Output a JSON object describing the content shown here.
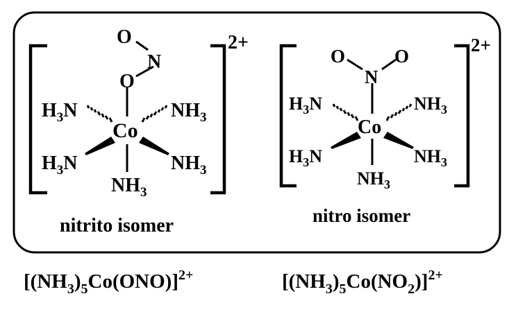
{
  "left_complex": {
    "ligand_o_terminal": "O",
    "ligand_n": "N",
    "ligand_o_bound": "O",
    "metal": "Co",
    "ligand_upper_left": {
      "main": "H",
      "sub": "3",
      "tail": "N"
    },
    "ligand_upper_right": {
      "main": "NH",
      "sub": "3"
    },
    "ligand_lower_left": {
      "main": "H",
      "sub": "3",
      "tail": "N"
    },
    "ligand_lower_right": {
      "main": "NH",
      "sub": "3"
    },
    "ligand_bottom": {
      "main": "NH",
      "sub": "3"
    },
    "charge": "2+",
    "caption": "nitrito isomer"
  },
  "right_complex": {
    "ligand_o_left": "O",
    "ligand_o_right": "O",
    "ligand_n": "N",
    "metal": "Co",
    "ligand_upper_left": {
      "main": "H",
      "sub": "3",
      "tail": "N"
    },
    "ligand_upper_right": {
      "main": "NH",
      "sub": "3"
    },
    "ligand_lower_left": {
      "main": "H",
      "sub": "3",
      "tail": "N"
    },
    "ligand_lower_right": {
      "main": "NH",
      "sub": "3"
    },
    "ligand_bottom": {
      "main": "NH",
      "sub": "3"
    },
    "charge": "2+",
    "caption": "nitro isomer"
  },
  "formula_left": {
    "p1": "[(NH",
    "s1": "3",
    "p2": ")",
    "s2": "5",
    "p3": "Co(ONO)]",
    "charge": "2+"
  },
  "formula_right": {
    "p1": "[(NH",
    "s1": "3",
    "p2": ")",
    "s2": "5",
    "p3": "Co(NO",
    "s3": "2",
    "p4": ")]",
    "charge": "2+"
  }
}
